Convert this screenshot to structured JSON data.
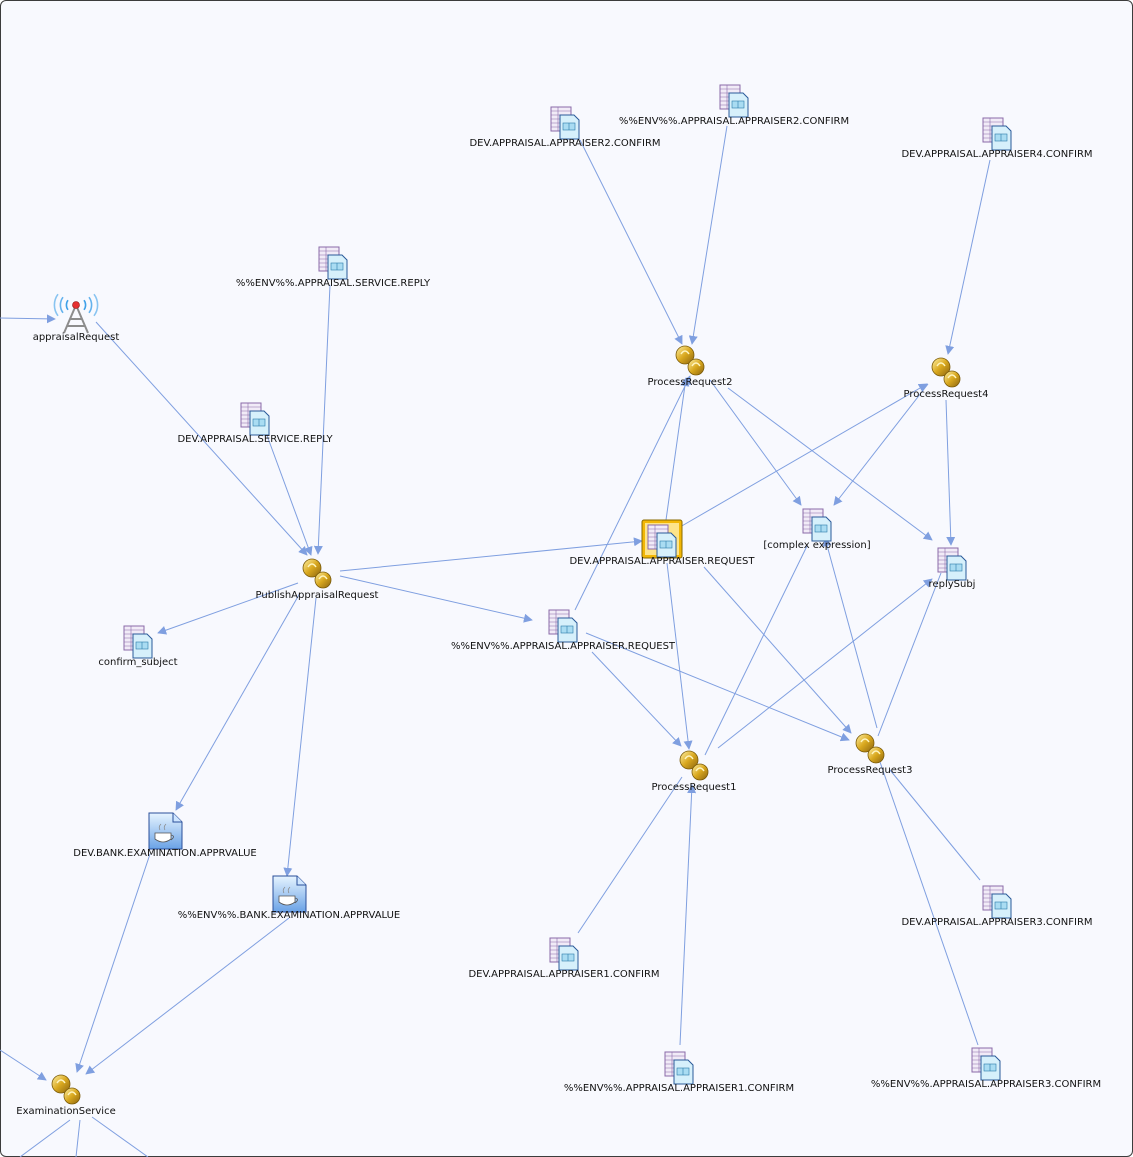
{
  "diagram": {
    "nodes": [
      {
        "id": "n_reply_svc_env",
        "type": "queue",
        "label": "%%ENV%%.APPRAISAL.SERVICE.REPLY"
      },
      {
        "id": "n_appraisalRequest",
        "type": "antenna",
        "label": "appraisalRequest"
      },
      {
        "id": "n_reply_svc_dev",
        "type": "queue",
        "label": "DEV.APPRAISAL.SERVICE.REPLY"
      },
      {
        "id": "n_publish",
        "type": "process",
        "label": "PublishAppraisalRequest"
      },
      {
        "id": "n_confirm_subject",
        "type": "queue",
        "label": "confirm_subject"
      },
      {
        "id": "n_bank_dev",
        "type": "java",
        "label": "DEV.BANK.EXAMINATION.APPRVALUE"
      },
      {
        "id": "n_bank_env",
        "type": "java",
        "label": "%%ENV%%.BANK.EXAMINATION.APPRVALUE"
      },
      {
        "id": "n_exam",
        "type": "process",
        "label": "ExaminationService"
      },
      {
        "id": "n_a2_dev",
        "type": "queue",
        "label": "DEV.APPRAISAL.APPRAISER2.CONFIRM"
      },
      {
        "id": "n_a2_env",
        "type": "queue",
        "label": "%%ENV%%.APPRAISAL.APPRAISER2.CONFIRM"
      },
      {
        "id": "n_a4_dev",
        "type": "queue",
        "label": "DEV.APPRAISAL.APPRAISER4.CONFIRM"
      },
      {
        "id": "n_pr2",
        "type": "process",
        "label": "ProcessRequest2"
      },
      {
        "id": "n_pr4",
        "type": "process",
        "label": "ProcessRequest4"
      },
      {
        "id": "n_req_dev",
        "type": "queue-selected",
        "label": "DEV.APPRAISAL.APPRAISER.REQUEST"
      },
      {
        "id": "n_complex",
        "type": "queue",
        "label": "[complex expression]"
      },
      {
        "id": "n_replySubj",
        "type": "queue",
        "label": "replySubj"
      },
      {
        "id": "n_req_env",
        "type": "queue",
        "label": "%%ENV%%.APPRAISAL.APPRAISER.REQUEST"
      },
      {
        "id": "n_pr1",
        "type": "process",
        "label": "ProcessRequest1"
      },
      {
        "id": "n_pr3",
        "type": "process",
        "label": "ProcessRequest3"
      },
      {
        "id": "n_a3_dev",
        "type": "queue",
        "label": "DEV.APPRAISAL.APPRAISER3.CONFIRM"
      },
      {
        "id": "n_a1_dev",
        "type": "queue",
        "label": "DEV.APPRAISAL.APPRAISER1.CONFIRM"
      },
      {
        "id": "n_a1_env",
        "type": "queue",
        "label": "%%ENV%%.APPRAISAL.APPRAISER1.CONFIRM"
      },
      {
        "id": "n_a3_env",
        "type": "queue",
        "label": "%%ENV%%.APPRAISAL.APPRAISER3.CONFIRM"
      }
    ],
    "colors": {
      "edge": "#7f9fe0",
      "background": "#f8f9fe",
      "selection": "#f2b705",
      "process": "#d9a81e",
      "queue_sheet": "#c9b3dd",
      "queue_doc": "#a9dcf2"
    }
  }
}
